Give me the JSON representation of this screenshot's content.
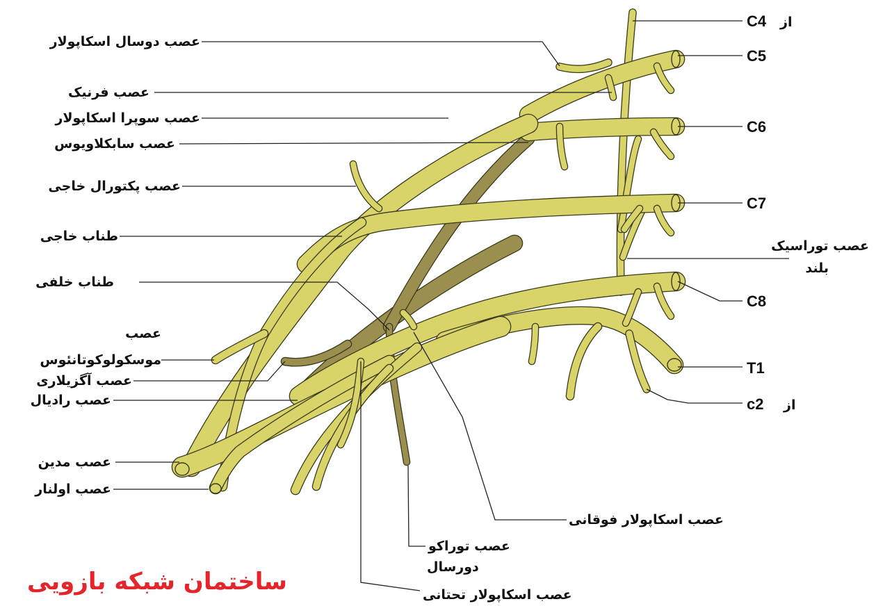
{
  "title": "ساختمان شبکه بازویی",
  "colors": {
    "nerve_fill": "#d9d46a",
    "nerve_outline": "#3a3a1a",
    "dark_fill": "#9a8f4e",
    "title": "#e3262b",
    "leader": "#222222"
  },
  "left_labels": {
    "dorsal_scapular": "عصب دوسال اسکاپولار",
    "phrenic": "عصب فرنیک",
    "suprascapular": "عصب سوپرا اسکاپولار",
    "subclavius": "عصب سابکلاویوس",
    "lateral_pectoral": "عصب پکتورال خاجی",
    "lateral_cord": "طناب خاجی",
    "posterior_cord": "طناب خلفی",
    "musculocutaneous_1": "عصب",
    "musculocutaneous_2": "موسکولوکوتانئوس",
    "axillary": "عصب آگزیلاری",
    "radial": "عصب رادیال",
    "median": "عصب مدین",
    "ulnar": "عصب اولنار"
  },
  "right_labels": {
    "from_c4": "از",
    "c4": "C4",
    "c5": "C5",
    "c6": "C6",
    "c7": "C7",
    "long_thoracic_1": "عصب  توراسیک",
    "long_thoracic_2": "بلند",
    "c8": "C8",
    "t1": "T1",
    "from_c2": "از",
    "c2": "c2"
  },
  "bottom_labels": {
    "upper_subscapular": "عصب اسکاپولار فوقانی",
    "thoracodorsal_1": "عصب توراکو",
    "thoracodorsal_2": "دورسال",
    "lower_subscapular": "عصب اسکاپولار تحتانی"
  }
}
